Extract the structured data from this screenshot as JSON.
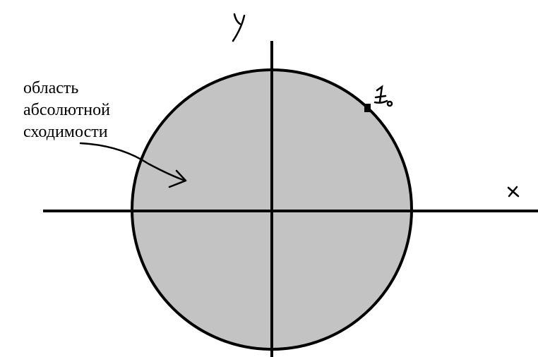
{
  "diagram": {
    "region_label_lines": [
      "область",
      "абсолютной",
      "сходимости"
    ],
    "axis_x_label": "x",
    "axis_y_label": "y",
    "point_label": "z",
    "point_subscript": "0",
    "colors": {
      "background": "#ffffff",
      "disk_fill": "#c3c3c3",
      "stroke": "#000000"
    }
  }
}
